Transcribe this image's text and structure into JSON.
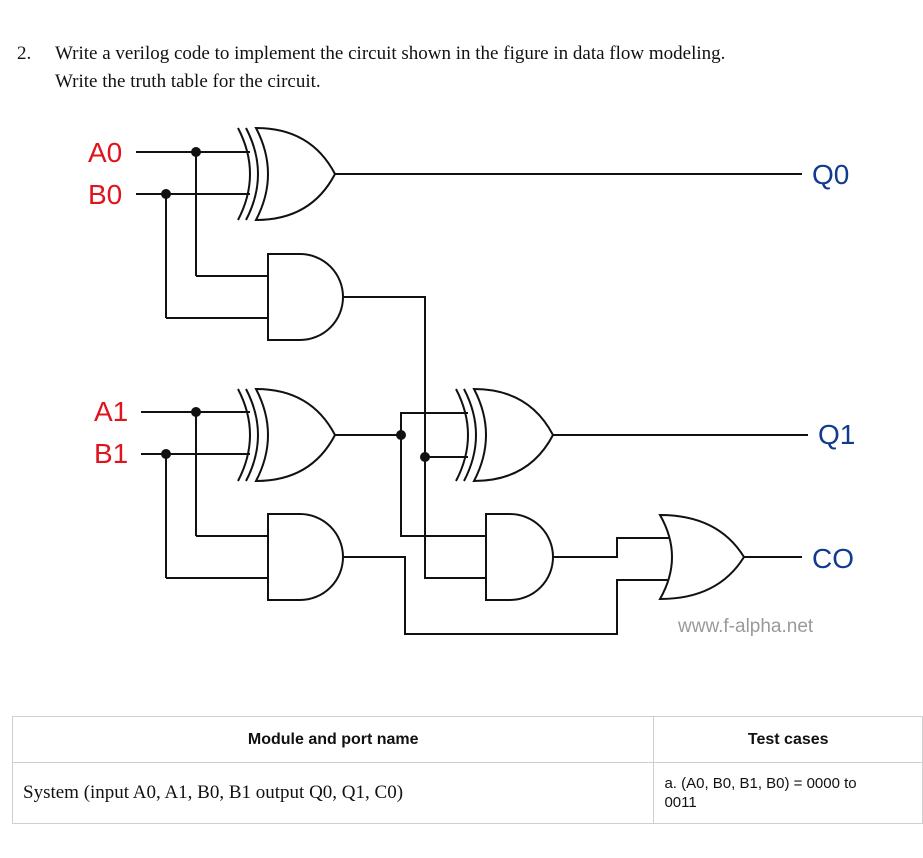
{
  "question": {
    "number": "2.",
    "line1": "Write a verilog code to implement the circuit shown in the figure in data flow modeling.",
    "line2": "Write the truth table for the circuit."
  },
  "circuit": {
    "labels": {
      "a0": "A0",
      "b0": "B0",
      "a1": "A1",
      "b1": "B1",
      "q0": "Q0",
      "q1": "Q1",
      "co": "CO"
    },
    "watermark": "www.f-alpha.net",
    "colors": {
      "inputs": "#e0141e",
      "outputs": "#123a8f",
      "watermark": "#9a9a9a"
    }
  },
  "table": {
    "headers": [
      "Module and port name",
      "Test cases"
    ],
    "rows": [
      {
        "module": "System (input  A0, A1, B0, B1 output Q0, Q1, C0)",
        "test_line1": "a. (A0, B0, B1, B0) = 0000 to",
        "test_line2": "0011"
      }
    ]
  }
}
